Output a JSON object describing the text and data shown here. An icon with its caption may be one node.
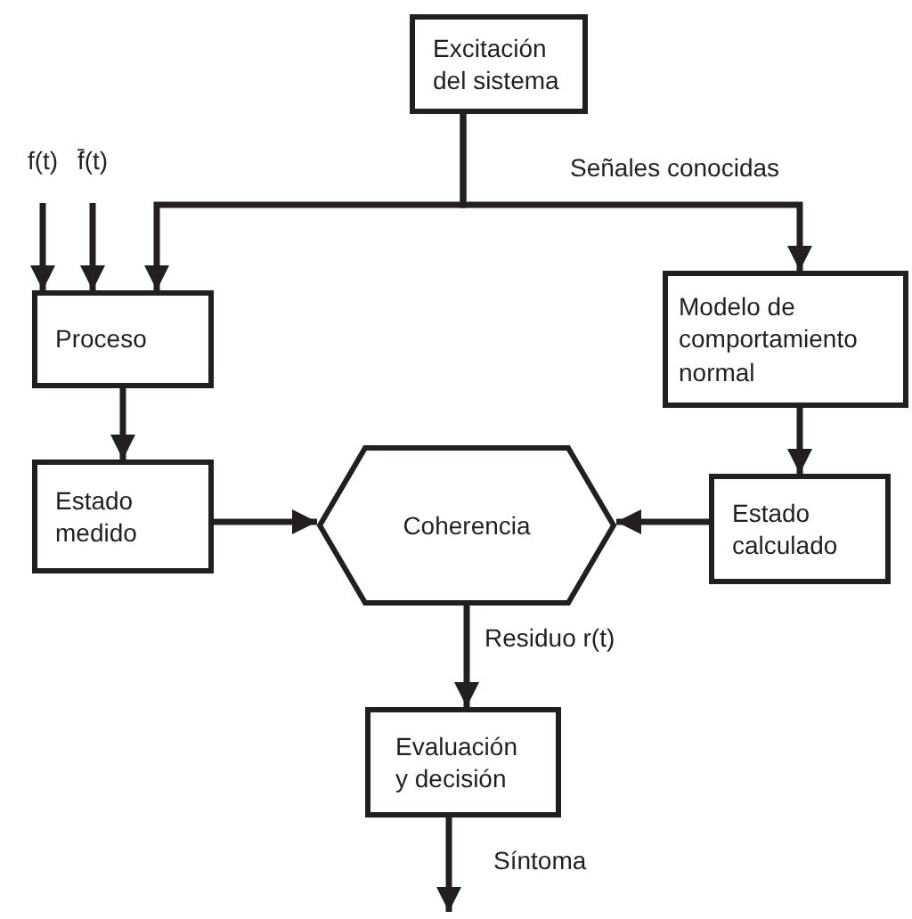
{
  "diagram": {
    "nodes": [
      {
        "text": [
          "Excitación del sistema"
        ]
      },
      {
        "text": [
          "f(t)"
        ]
      },
      {
        "text": [
          "f̄(t)"
        ]
      },
      {
        "text": [
          "Proceso"
        ]
      },
      {
        "text": [
          "Modelo de comportamiento normal"
        ]
      },
      {
        "text": [
          "Estado medido"
        ]
      },
      {
        "text": [
          "Coherencia"
        ]
      },
      {
        "text": [
          "Estado calculado"
        ]
      },
      {
        "text": [
          "Evaluación y decisión"
        ]
      }
    ],
    "edges": [
      {
        "from": 0,
        "to": 3,
        "arrow": "to"
      },
      {
        "from": 0,
        "to": 4,
        "arrow": "to",
        "label": "Señales conocidas"
      },
      {
        "from": 1,
        "to": 3,
        "arrow": "to"
      },
      {
        "from": 2,
        "to": 3,
        "arrow": "to"
      },
      {
        "from": 3,
        "to": 5,
        "arrow": "to"
      },
      {
        "from": 4,
        "to": 7,
        "arrow": "to"
      },
      {
        "from": 5,
        "to": 6,
        "arrow": "to"
      },
      {
        "from": 7,
        "to": 6,
        "arrow": "to"
      },
      {
        "from": 6,
        "to": 8,
        "arrow": "to",
        "label": "Residuo r(t)"
      },
      {
        "from": 8,
        "to": null,
        "arrow": "to",
        "label": "Síntoma"
      }
    ]
  }
}
